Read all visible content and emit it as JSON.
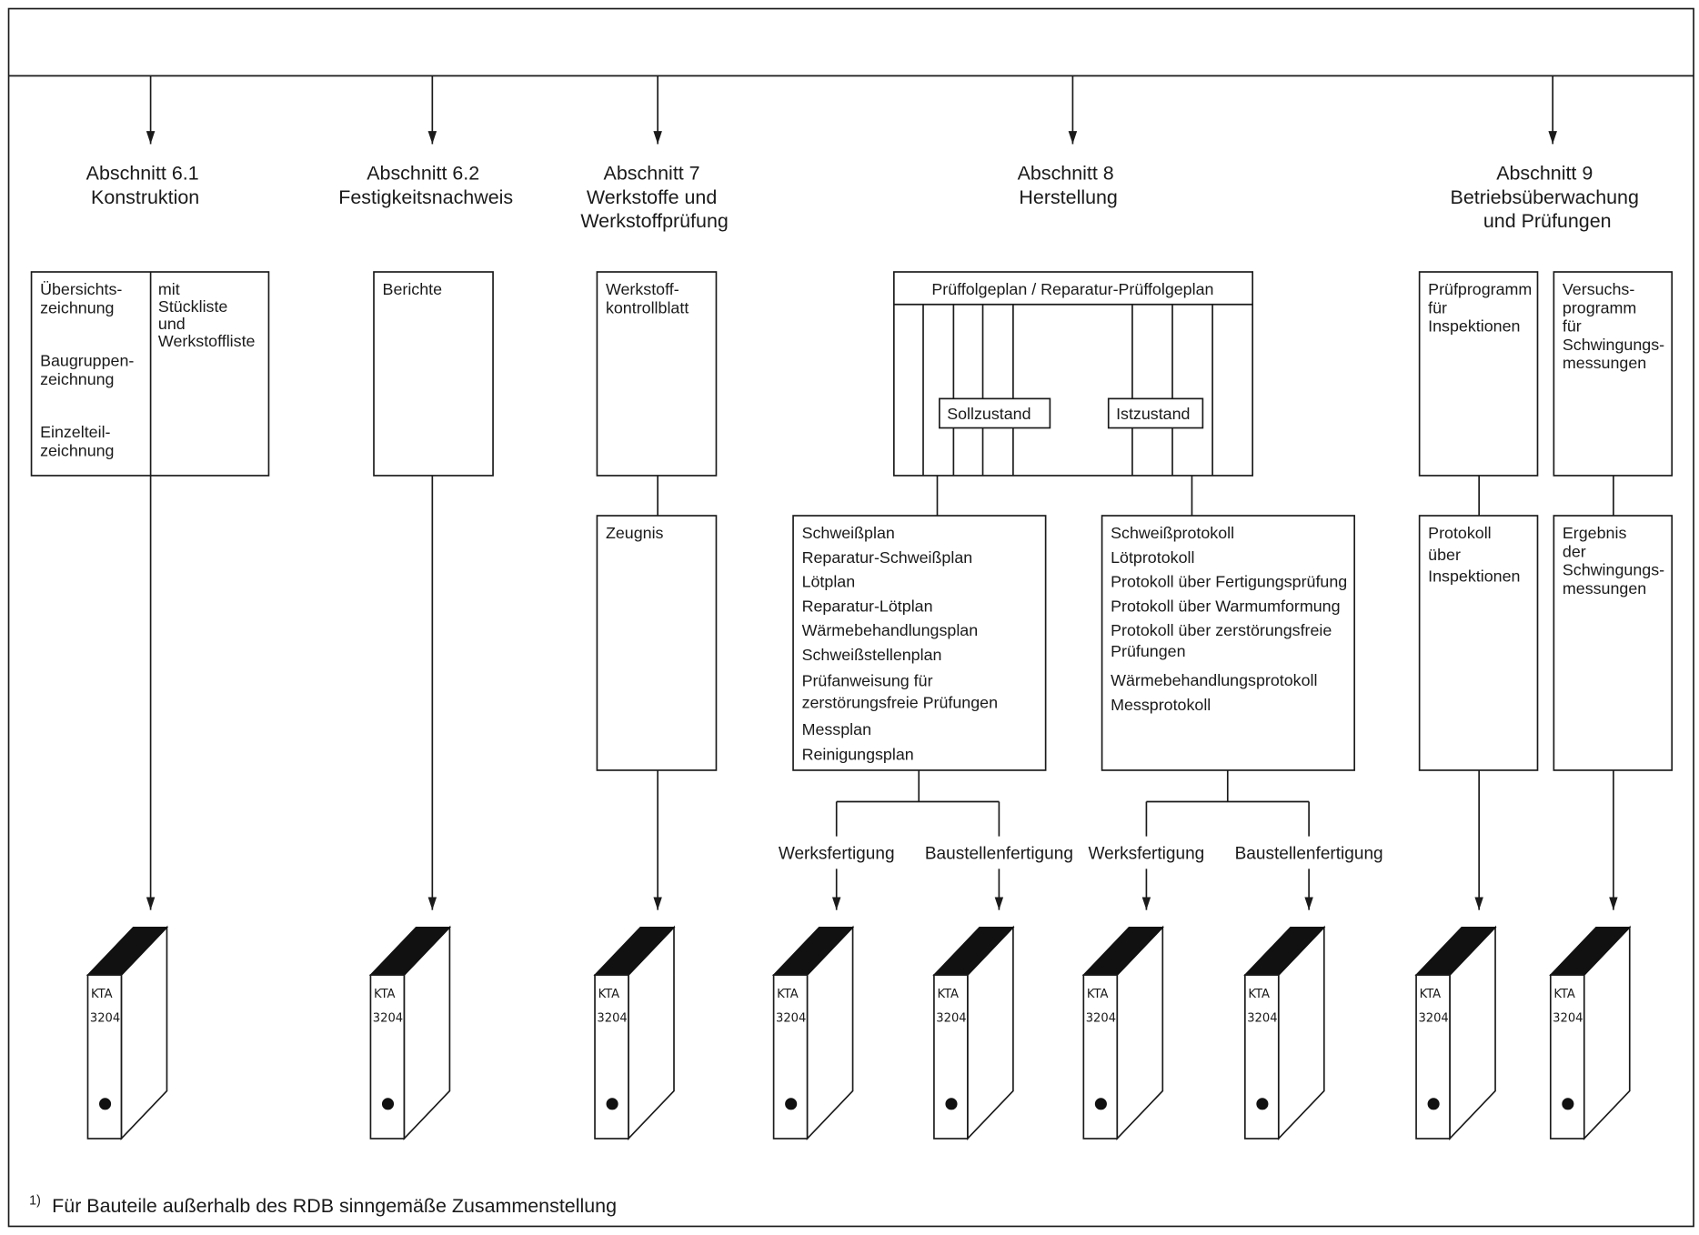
{
  "sections": [
    {
      "id": "s61",
      "lines": [
        "Abschnitt 6.1",
        "Konstruktion"
      ]
    },
    {
      "id": "s62",
      "lines": [
        "Abschnitt 6.2",
        "Festigkeitsnachweis"
      ]
    },
    {
      "id": "s7",
      "lines": [
        "Abschnitt 7",
        "Werkstoffe und",
        "Werkstoffprüfung"
      ]
    },
    {
      "id": "s8",
      "lines": [
        "Abschnitt 8",
        "Herstellung"
      ]
    },
    {
      "id": "s9",
      "lines": [
        "Abschnitt 9",
        "Betriebsüberwachung",
        "und Prüfungen"
      ]
    }
  ],
  "boxes": {
    "konstruktion_left": [
      "Übersichts-",
      "zeichnung",
      "Baugruppen-",
      "zeichnung",
      "Einzelteil-",
      "zeichnung"
    ],
    "konstruktion_right": [
      "mit",
      "Stückliste",
      "und",
      "Werkstoffliste"
    ],
    "berichte": [
      "Berichte"
    ],
    "werkstoffkontrollblatt": [
      "Werkstoff-",
      "kontrollblatt"
    ],
    "zeugnis": [
      "Zeugnis"
    ],
    "pruefolgeplan_title": "Prüffolgeplan / Reparatur-Prüffolgeplan",
    "sollzustand": "Sollzustand",
    "istzustand": "Istzustand",
    "plaene": [
      "Schweißplan",
      "Reparatur-Schweißplan",
      "Lötplan",
      "Reparatur-Lötplan",
      "Wärmebehandlungsplan",
      "Schweißstellenplan",
      "Prüfanweisung für",
      "zerstörungsfreie Prüfungen",
      "Messplan",
      "Reinigungsplan"
    ],
    "protokolle": [
      "Schweißprotokoll",
      "Lötprotokoll",
      "Protokoll über Fertigungsprüfung",
      "Protokoll über Warmumformung",
      "Protokoll über zerstörungsfreie",
      "Prüfungen",
      "Wärmebehandlungsprotokoll",
      "Messprotokoll"
    ],
    "pruefprogramm": [
      "Prüfprogramm",
      "für",
      "Inspektionen"
    ],
    "versuchsprogramm": [
      "Versuchs-",
      "programm",
      "für",
      "Schwingungs-",
      "messungen"
    ],
    "protokoll_inspektionen": [
      "Protokoll",
      "über",
      "Inspektionen"
    ],
    "ergebnis": [
      "Ergebnis",
      "der",
      "Schwingungs-",
      "messungen"
    ]
  },
  "branch_labels": {
    "werksfertigung": "Werksfertigung",
    "baustellenfertigung": "Baustellenfertigung"
  },
  "binder_label": [
    "KTA",
    "3204"
  ],
  "binder_count": 9,
  "footnote": {
    "marker": "1)",
    "text": "Für Bauteile außerhalb des RDB sinngemäße Zusammenstellung"
  }
}
